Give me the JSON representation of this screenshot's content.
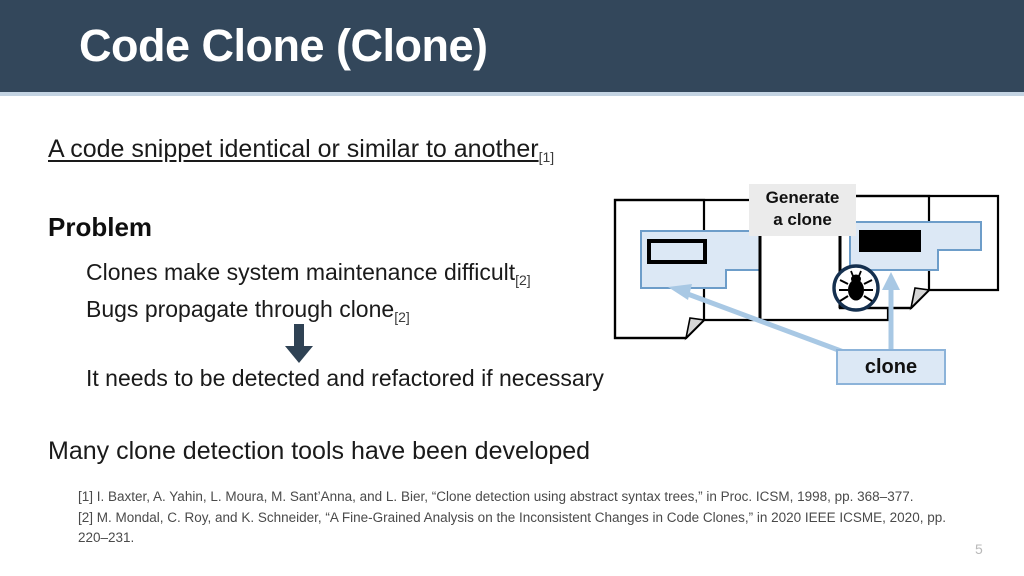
{
  "slide": {
    "title": "Code Clone (Clone)",
    "page_number": "5",
    "header_color": "#33475b",
    "accent_color": "#8cb3d9"
  },
  "body": {
    "lead_line": "A code snippet identical or similar to another",
    "lead_line_ref": "[1]",
    "problem_heading": "Problem",
    "bullets": [
      {
        "text": "Clones make system maintenance difficult",
        "ref": "[2]"
      },
      {
        "text": "Bugs propagate through clone",
        "ref": "[2]"
      },
      {
        "text": "It needs to be detected and refactored if necessary",
        "ref": ""
      }
    ],
    "arrow_icon": "down-block-arrow",
    "final_statement": "Many clone detection tools have been developed"
  },
  "references": [
    "[1] I. Baxter, A. Yahin, L. Moura, M. Sant’Anna, and L. Bier, “Clone detection using abstract syntax trees,” in Proc. ICSM, 1998, pp. 368–377.",
    "[2] M. Mondal, C. Roy, and K. Schneider, “A Fine-Grained Analysis on the Inconsistent Changes in Code Clones,” in 2020 IEEE ICSME, 2020, pp. 220–231."
  ],
  "diagram": {
    "generate_label_line1": "Generate",
    "generate_label_line2": "a clone",
    "clone_callout_label": "clone",
    "bug_icon": "bug-icon",
    "source_document": "document-original",
    "target_document": "document-clone",
    "code_block_fill": "#dce8f5",
    "code_block_stroke": "#6d9dc9",
    "highlight_block_original": "outlined-rectangle",
    "highlight_block_clone": "filled-black-rectangle"
  }
}
